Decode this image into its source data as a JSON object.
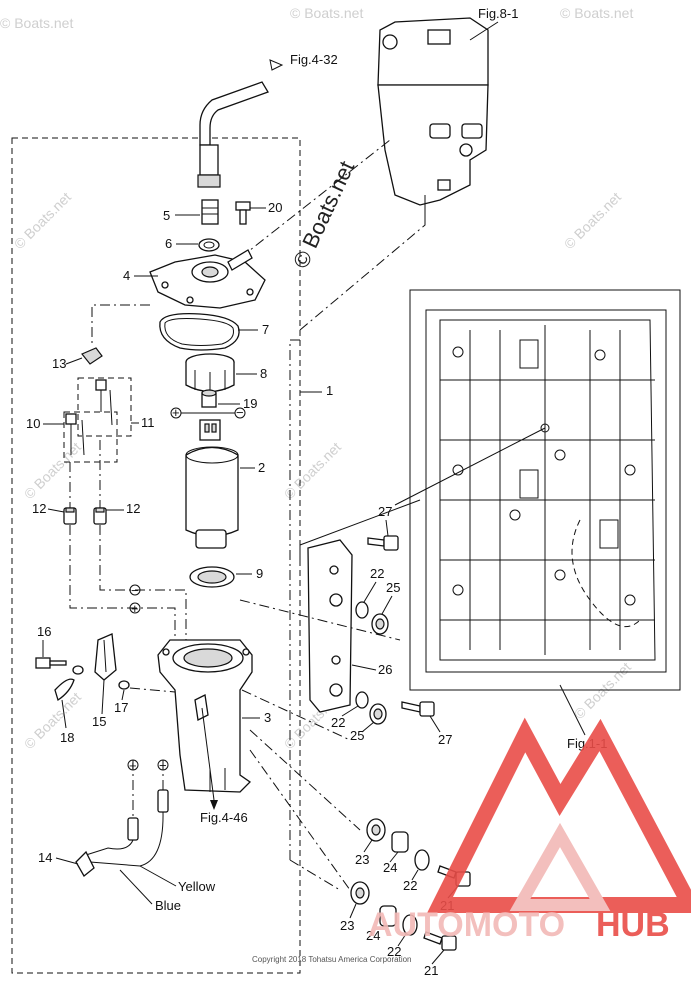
{
  "figure_refs": {
    "fig_8_1": "Fig.8-1",
    "fig_4_32": "Fig.4-32",
    "fig_4_46": "Fig.4-46",
    "fig_1_1": "Fig.1-1"
  },
  "callouts": {
    "n1": "1",
    "n2": "2",
    "n3": "3",
    "n4": "4",
    "n5": "5",
    "n6": "6",
    "n7": "7",
    "n8": "8",
    "n9": "9",
    "n10": "10",
    "n11": "11",
    "n12a": "12",
    "n12b": "12",
    "n13": "13",
    "n14": "14",
    "n15": "15",
    "n16": "16",
    "n17": "17",
    "n18": "18",
    "n19": "19",
    "n20": "20",
    "n21a": "21",
    "n21b": "21",
    "n22a": "22",
    "n22b": "22",
    "n22c": "22",
    "n22d": "22",
    "n23a": "23",
    "n23b": "23",
    "n24a": "24",
    "n24b": "24",
    "n25a": "25",
    "n25b": "25",
    "n26": "26",
    "n27a": "27",
    "n27b": "27"
  },
  "polarity": {
    "plus": "+",
    "minus": "−"
  },
  "wires": {
    "yellow": "Yellow",
    "blue": "Blue"
  },
  "watermark": {
    "text": "© Boats.net"
  },
  "copyright": "Copyright 2018 Tohatsu America Corporation",
  "brand": {
    "part1": "AUTOMOTO",
    "part2": "HUB"
  },
  "colors": {
    "brand_light": "#f2b9b6",
    "brand_dark": "#e94d48",
    "line": "#111111"
  }
}
